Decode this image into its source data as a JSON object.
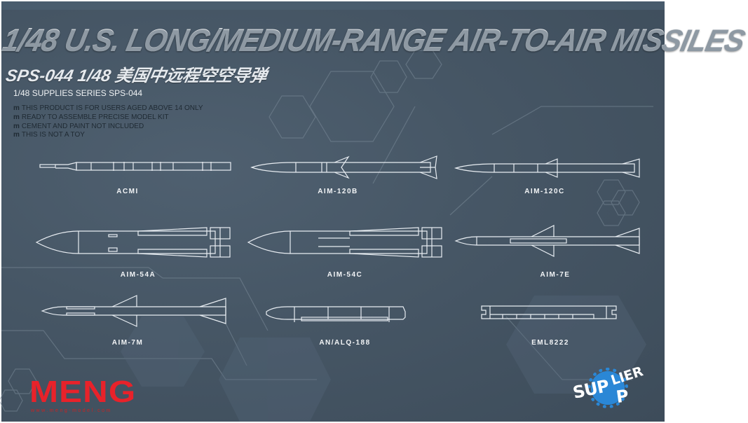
{
  "header": {
    "title": "1/48 U.S.  LONG/MEDIUM-RANGE AIR-TO-AIR MISSILES",
    "subtitle": "SPS-044 1/48 美国中远程空空导弹",
    "series": "1/48 SUPPLIES SERIES SPS-044"
  },
  "notes": [
    {
      "bullet": "m",
      "text": "THIS PRODUCT IS FOR USERS AGED ABOVE 14 ONLY"
    },
    {
      "bullet": "m",
      "text": "READY TO ASSEMBLE PRECISE MODEL KIT"
    },
    {
      "bullet": "m",
      "text": "CEMENT AND PAINT NOT INCLUDED"
    },
    {
      "bullet": "m",
      "text": "THIS IS NOT A TOY"
    }
  ],
  "items": [
    {
      "name": "ACMI"
    },
    {
      "name": "AIM-120B"
    },
    {
      "name": "AIM-120C"
    },
    {
      "name": "AIM-54A"
    },
    {
      "name": "AIM-54C"
    },
    {
      "name": "AIM-7E"
    },
    {
      "name": "AIM-7M"
    },
    {
      "name": "AN/ALQ-188"
    },
    {
      "name": "EML8222"
    }
  ],
  "brand": {
    "logo": "MENG",
    "url": "www.meng-model.com",
    "logo_color": "#e8222a",
    "series_badge": {
      "part1": "SUP",
      "part2": "LIER",
      "part3": "P",
      "gear_color": "#2a87d6"
    }
  },
  "colors": {
    "background": "#465665",
    "line_art": "#e8edf2",
    "note_text": "#1f2a33"
  }
}
